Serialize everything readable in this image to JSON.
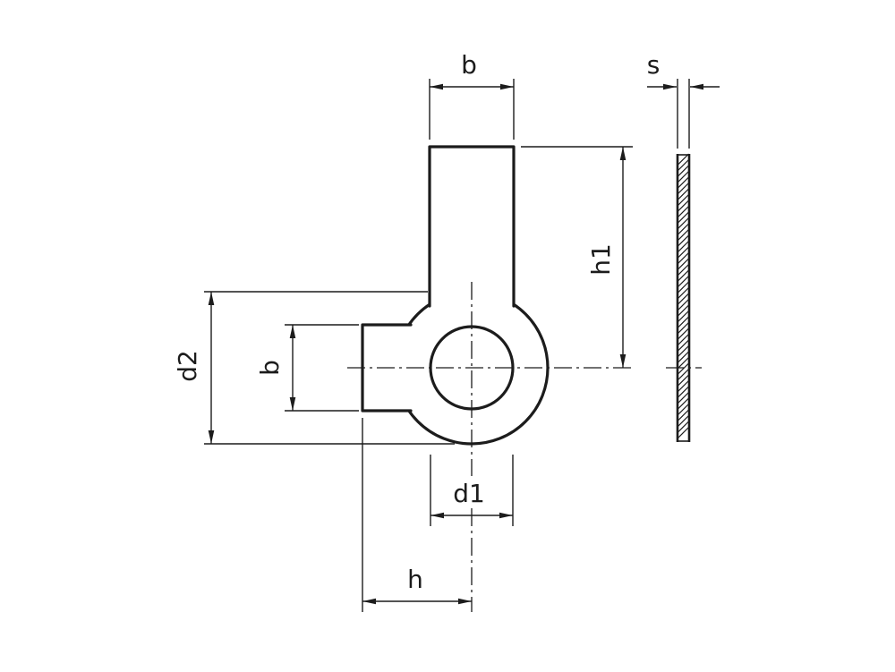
{
  "colors": {
    "line": "#1c1c1c",
    "background": "#ffffff"
  },
  "dimensions": {
    "tab_width_top": "b",
    "thickness": "s",
    "height_h1": "h1",
    "outer_diameter": "d2",
    "tab_width_left": "b",
    "hole_diameter": "d1",
    "tab_offset_h": "h"
  }
}
